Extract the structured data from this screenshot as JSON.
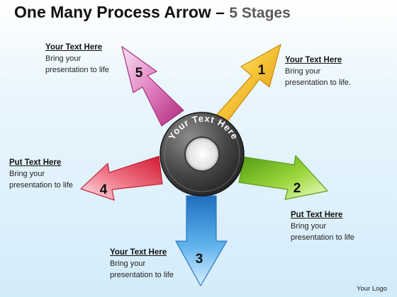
{
  "title": {
    "main": "One Many Process Arrow –",
    "sub": "5 Stages"
  },
  "hub": {
    "text": "Your Text Here"
  },
  "stages": [
    {
      "number": "1",
      "heading": "Your Text Here",
      "body": "Bring your\npresentation to life.",
      "color": "#f2b21c"
    },
    {
      "number": "2",
      "heading": "Put Text Here",
      "body": "Bring your\npresentation to life",
      "color": "#7ec31f"
    },
    {
      "number": "3",
      "heading": "Your Text Here",
      "body": "Bring your\npresentation to life",
      "color": "#3f97dc"
    },
    {
      "number": "4",
      "heading": "Put Text Here",
      "body": "Bring your\npresentation to life",
      "color": "#e8364a"
    },
    {
      "number": "5",
      "heading": "Your Text Here",
      "body": "Bring your\npresentation to life",
      "color": "#cf4b9b"
    }
  ],
  "logo": "Your Logo"
}
